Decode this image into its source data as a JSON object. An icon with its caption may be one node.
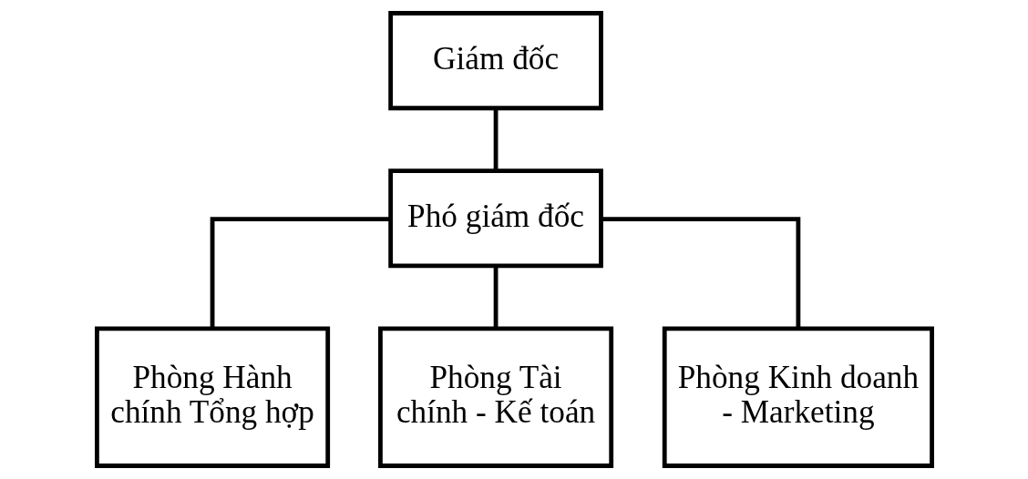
{
  "diagram": {
    "nodes": [
      {
        "text": [
          "Giám đốc"
        ]
      },
      {
        "text": [
          "Phó giám đốc"
        ]
      },
      {
        "text": [
          "Phòng Hành chính Tổng hợp"
        ]
      },
      {
        "text": [
          "Phòng Tài chính - Kế toán"
        ]
      },
      {
        "text": [
          "Phòng Kinh doanh - Marketing"
        ]
      }
    ],
    "edges": [
      {
        "from": 0,
        "to": 1,
        "arrow": "none"
      },
      {
        "from": 1,
        "to": 2,
        "arrow": "none"
      },
      {
        "from": 1,
        "to": 3,
        "arrow": "none"
      },
      {
        "from": 1,
        "to": 4,
        "arrow": "none"
      }
    ]
  }
}
